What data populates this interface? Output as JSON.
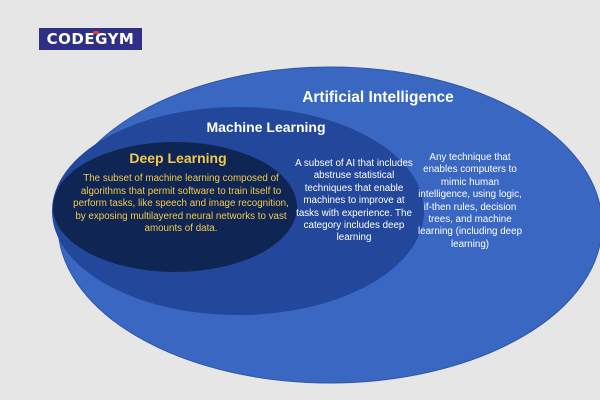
{
  "logo": {
    "text": "CODEGYM"
  },
  "artificial_intelligence": {
    "title": "Artificial Intelligence",
    "description": "Any technique that enables computers to mimic human intelligence, using logic, if-then rules, decision trees, and machine learning (including deep learning)"
  },
  "machine_learning": {
    "title": "Machine Learning",
    "description": "A subset of AI that includes abstruse statistical techniques that enable machines to improve at tasks with experience. The category includes deep learning"
  },
  "deep_learning": {
    "title": "Deep Learning",
    "description": "The subset of machine learning composed of algorithms that permit software to train itself to perform tasks, like speech and image recognition, by exposing multilayered neural networks to vast amounts of data."
  },
  "colors": {
    "background": "#e6e6e6",
    "ai_fill": "#3a67c2",
    "ml_fill": "#22479b",
    "dl_fill": "#0f2655",
    "dl_text": "#f2c94c",
    "logo_bg": "#2f2f86"
  }
}
